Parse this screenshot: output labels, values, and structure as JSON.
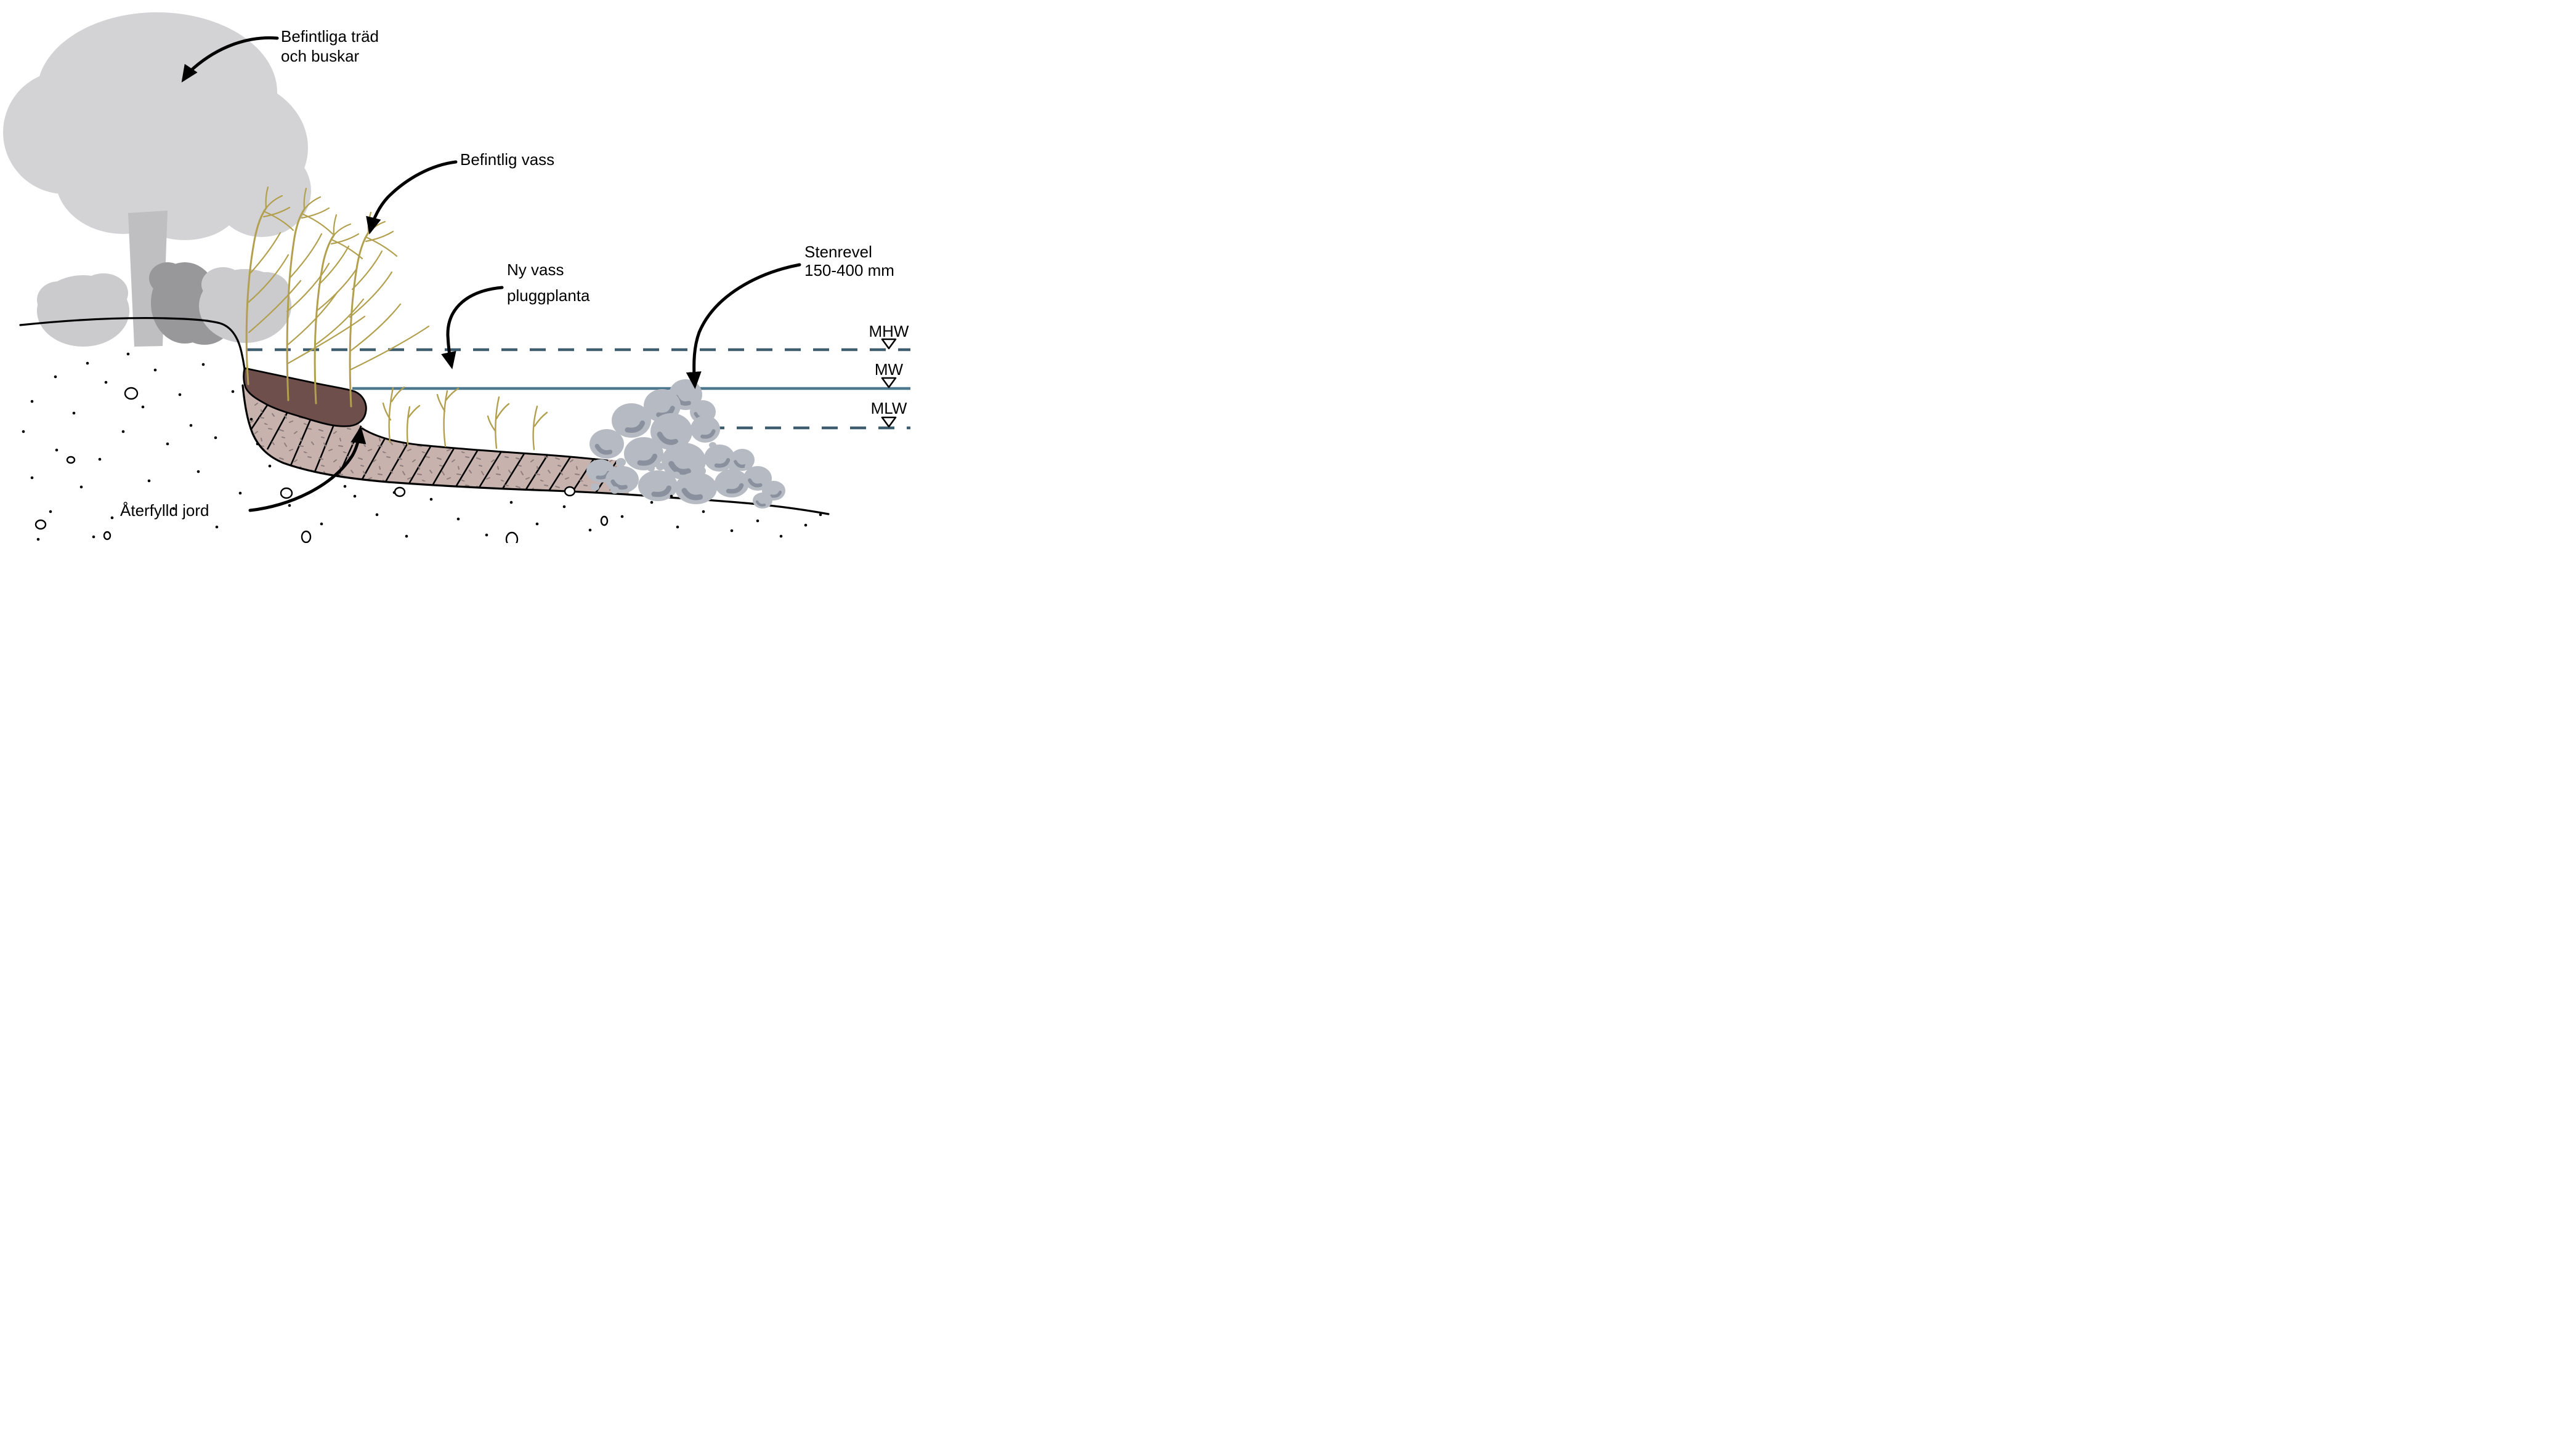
{
  "annotations": {
    "trees": {
      "line1": "Befintliga träd",
      "line2": "och buskar"
    },
    "existing_reeds": {
      "line1": "Befintlig vass"
    },
    "new_reeds": {
      "line1": "Ny vass",
      "line2": "pluggplanta"
    },
    "stone_bar": {
      "line1": "Stenrevel",
      "line2": "150-400 mm"
    },
    "backfill": {
      "line1": "Återfylld jord"
    }
  },
  "water_levels": [
    {
      "label": "MHW",
      "style": "dashed"
    },
    {
      "label": "MW",
      "style": "solid"
    },
    {
      "label": "MLW",
      "style": "dashed"
    }
  ],
  "colors": {
    "canopy": "#d3d3d5",
    "trunk": "#bfbfc1",
    "bush_light": "#cbcbcd",
    "bush_dark": "#98989b",
    "reed": "#b2a04e",
    "topsoil": "#6f4f4c",
    "backfill": "#c7b2ae",
    "speckle": "#8d7d7c",
    "stone": "#b6bac2",
    "stone_shade": "#8a909d",
    "water_dashed": "#3d5c6e",
    "water_solid": "#4e7890",
    "ink": "#000000"
  }
}
